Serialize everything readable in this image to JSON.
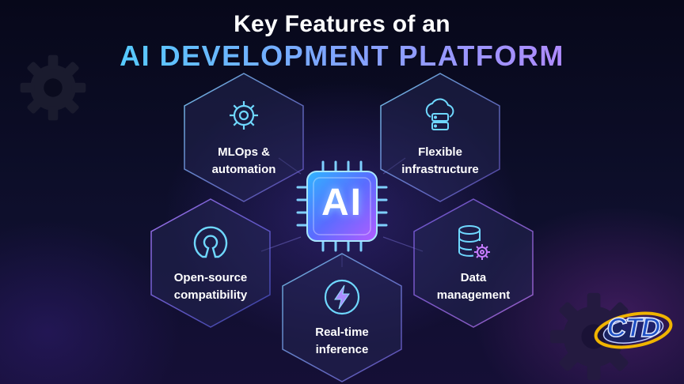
{
  "title": {
    "line1": "Key Features of an",
    "line2": "AI DEVELOPMENT PLATFORM"
  },
  "center_chip": {
    "text": "AI",
    "icon": "ai-chip-icon"
  },
  "features": [
    {
      "id": "mlops",
      "label": "MLOps &\nautomation",
      "icon": "gear-icon"
    },
    {
      "id": "infra",
      "label": "Flexible\ninfrastructure",
      "icon": "cloud-server-icon"
    },
    {
      "id": "opensource",
      "label": "Open-source\ncompatibility",
      "icon": "open-source-icon"
    },
    {
      "id": "data",
      "label": "Data\nmanagement",
      "icon": "database-gear-icon"
    },
    {
      "id": "realtime",
      "label": "Real-time\ninference",
      "icon": "lightning-icon"
    }
  ],
  "logo": {
    "text": "CTD",
    "icon": "brand-logo-icon"
  },
  "colors": {
    "accent_cyan": "#3fe0ff",
    "accent_purple": "#c77dff",
    "background": "#0a0b1e"
  }
}
